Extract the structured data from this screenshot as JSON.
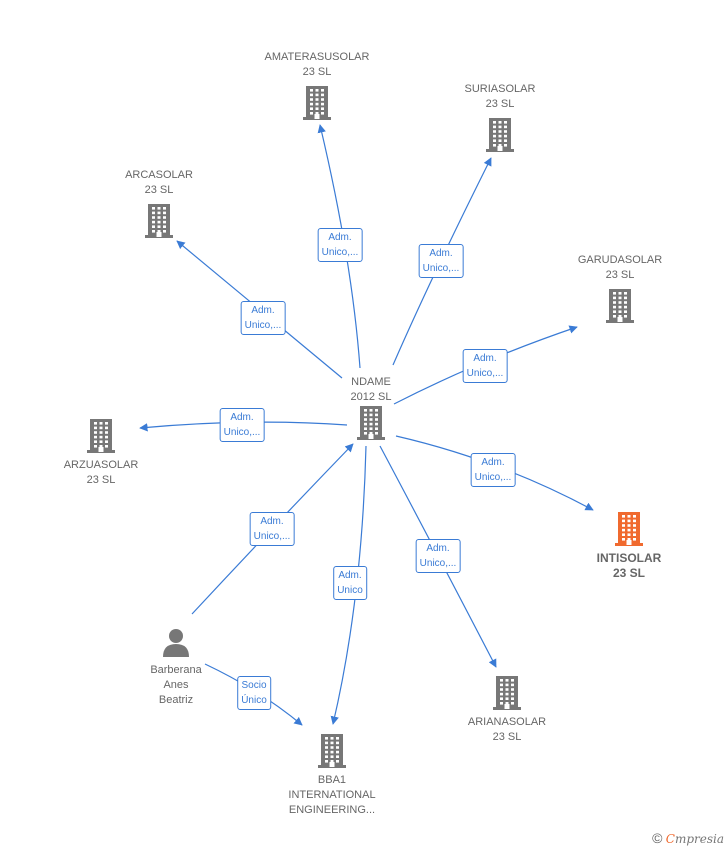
{
  "nodes": [
    {
      "id": "ndame",
      "label": "NDAME\n2012  SL",
      "kind": "company",
      "focus": false
    },
    {
      "id": "amaterasusolar",
      "label": "AMATERASUSOLAR\n23  SL",
      "kind": "company",
      "focus": false
    },
    {
      "id": "suriasolar",
      "label": "SURIASOLAR\n23  SL",
      "kind": "company",
      "focus": false
    },
    {
      "id": "arcasolar",
      "label": "ARCASOLAR\n23  SL",
      "kind": "company",
      "focus": false
    },
    {
      "id": "garudasolar",
      "label": "GARUDASOLAR\n23  SL",
      "kind": "company",
      "focus": false
    },
    {
      "id": "arzuasolar",
      "label": "ARZUASOLAR\n23  SL",
      "kind": "company",
      "focus": false
    },
    {
      "id": "intisolar",
      "label": "INTISOLAR\n23  SL",
      "kind": "company",
      "focus": true
    },
    {
      "id": "arianasolar",
      "label": "ARIANASOLAR\n23  SL",
      "kind": "company",
      "focus": false
    },
    {
      "id": "bba1",
      "label": "BBA1\nINTERNATIONAL\nENGINEERING...",
      "kind": "company",
      "focus": false
    },
    {
      "id": "barberana",
      "label": "Barberana\nAnes\nBeatriz",
      "kind": "person",
      "focus": false
    }
  ],
  "edges": [
    {
      "id": "e-amaterasu",
      "label": "Adm.\nUnico,..."
    },
    {
      "id": "e-suria",
      "label": "Adm.\nUnico,..."
    },
    {
      "id": "e-arca",
      "label": "Adm.\nUnico,..."
    },
    {
      "id": "e-garuda",
      "label": "Adm.\nUnico,..."
    },
    {
      "id": "e-arzua",
      "label": "Adm.\nUnico,..."
    },
    {
      "id": "e-inti",
      "label": "Adm.\nUnico,..."
    },
    {
      "id": "e-ariana",
      "label": "Adm.\nUnico,..."
    },
    {
      "id": "e-bba1",
      "label": "Adm.\nUnico"
    },
    {
      "id": "e-barberana-ndame",
      "label": "Adm.\nUnico,..."
    },
    {
      "id": "e-barberana-bba1",
      "label": "Socio\nÚnico"
    }
  ],
  "colors": {
    "edge": "#3a7bd5",
    "company": "#777777",
    "focus": "#f06a2f",
    "person": "#777777"
  },
  "footer": {
    "copyright": "©",
    "brand_initial": "C",
    "brand_rest": "mpresia"
  }
}
